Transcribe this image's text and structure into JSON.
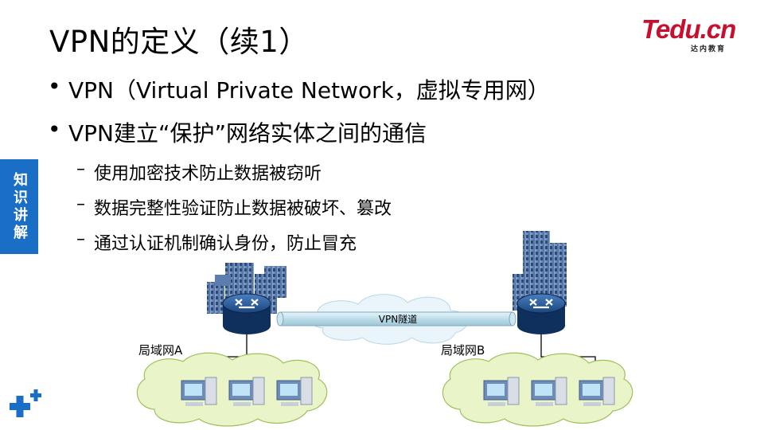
{
  "slide": {
    "title": "VPN的定义（续1）",
    "side_tab": "知识讲解",
    "logo": {
      "brand": "Tedu.cn",
      "subtitle": "达内教育"
    },
    "bullets": [
      {
        "marker": "•",
        "text": "VPN（Virtual Private Network，虚拟专用网）"
      },
      {
        "marker": "•",
        "text": "VPN建立“保护”网络实体之间的通信"
      }
    ],
    "sub_items": [
      {
        "marker": "–",
        "text": "使用加密技术防止数据被窃听"
      },
      {
        "marker": "–",
        "text": "数据完整性验证防止数据被破坏、篡改"
      },
      {
        "marker": "–",
        "text": "通过认证机制确认身份，防止冒充"
      }
    ]
  },
  "diagram": {
    "tunnel_label": "VPN隧道",
    "lan_a_label": "局域网A",
    "lan_b_label": "局域网B"
  },
  "colors": {
    "side_tab": "#1a6ec5",
    "logo_red": "#c8102e",
    "cloud_fill": "#e9f5c8",
    "cloud_stroke": "#9fbf5a",
    "tunnel_fill": "#cde6f0",
    "router_blue": "#1f4f8a",
    "building": "#6f8fbf"
  }
}
